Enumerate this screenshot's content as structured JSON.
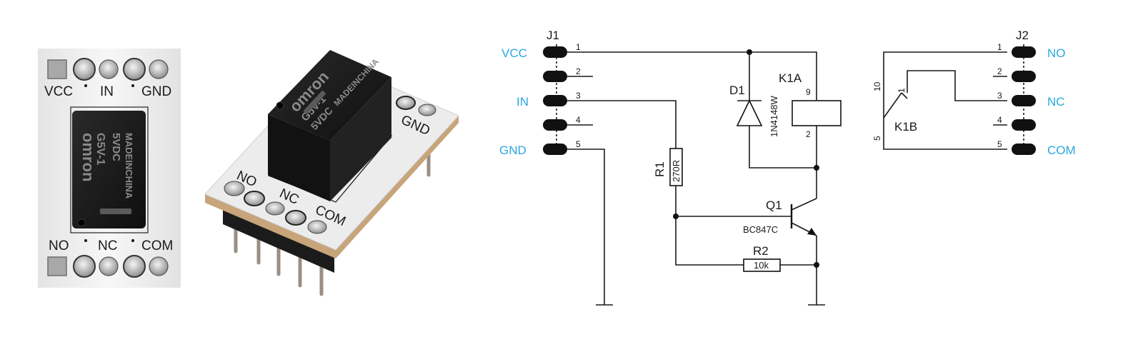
{
  "module_top_view": {
    "top_labels": [
      "VCC",
      "IN",
      "GND"
    ],
    "bottom_labels": [
      "NO",
      "NC",
      "COM"
    ],
    "relay_marking": {
      "brand": "omron",
      "model": "G5V-1",
      "voltage": "5VDC",
      "origin": "MADEINCHINA"
    }
  },
  "module_3d_view": {
    "labels": [
      "NO",
      "NC",
      "COM",
      "GND"
    ],
    "relay_marking": {
      "brand": "omron",
      "model": "G5V-1",
      "voltage": "5VDC",
      "origin": "MADEINCHINA"
    }
  },
  "schematic": {
    "j1": {
      "ref": "J1",
      "pins": [
        {
          "num": "1",
          "signal": "VCC"
        },
        {
          "num": "2",
          "signal": ""
        },
        {
          "num": "3",
          "signal": "IN"
        },
        {
          "num": "4",
          "signal": ""
        },
        {
          "num": "5",
          "signal": "GND"
        }
      ]
    },
    "j2": {
      "ref": "J2",
      "pins": [
        {
          "num": "1",
          "signal": "NO"
        },
        {
          "num": "2",
          "signal": ""
        },
        {
          "num": "3",
          "signal": "NC"
        },
        {
          "num": "4",
          "signal": ""
        },
        {
          "num": "5",
          "signal": "COM"
        }
      ]
    },
    "d1": {
      "ref": "D1",
      "value": "1N4148W"
    },
    "k1a": {
      "ref": "K1A",
      "pin_top": "9",
      "pin_bottom": "2"
    },
    "k1b": {
      "ref": "K1B",
      "pin_a": "10",
      "pin_b": "1",
      "pin_c": "5"
    },
    "r1": {
      "ref": "R1",
      "value": "270R"
    },
    "r2": {
      "ref": "R2",
      "value": "10k"
    },
    "q1": {
      "ref": "Q1",
      "value": "BC847C"
    },
    "colors": {
      "signal_label": "#29a8df",
      "line": "#1a1a1a"
    }
  }
}
